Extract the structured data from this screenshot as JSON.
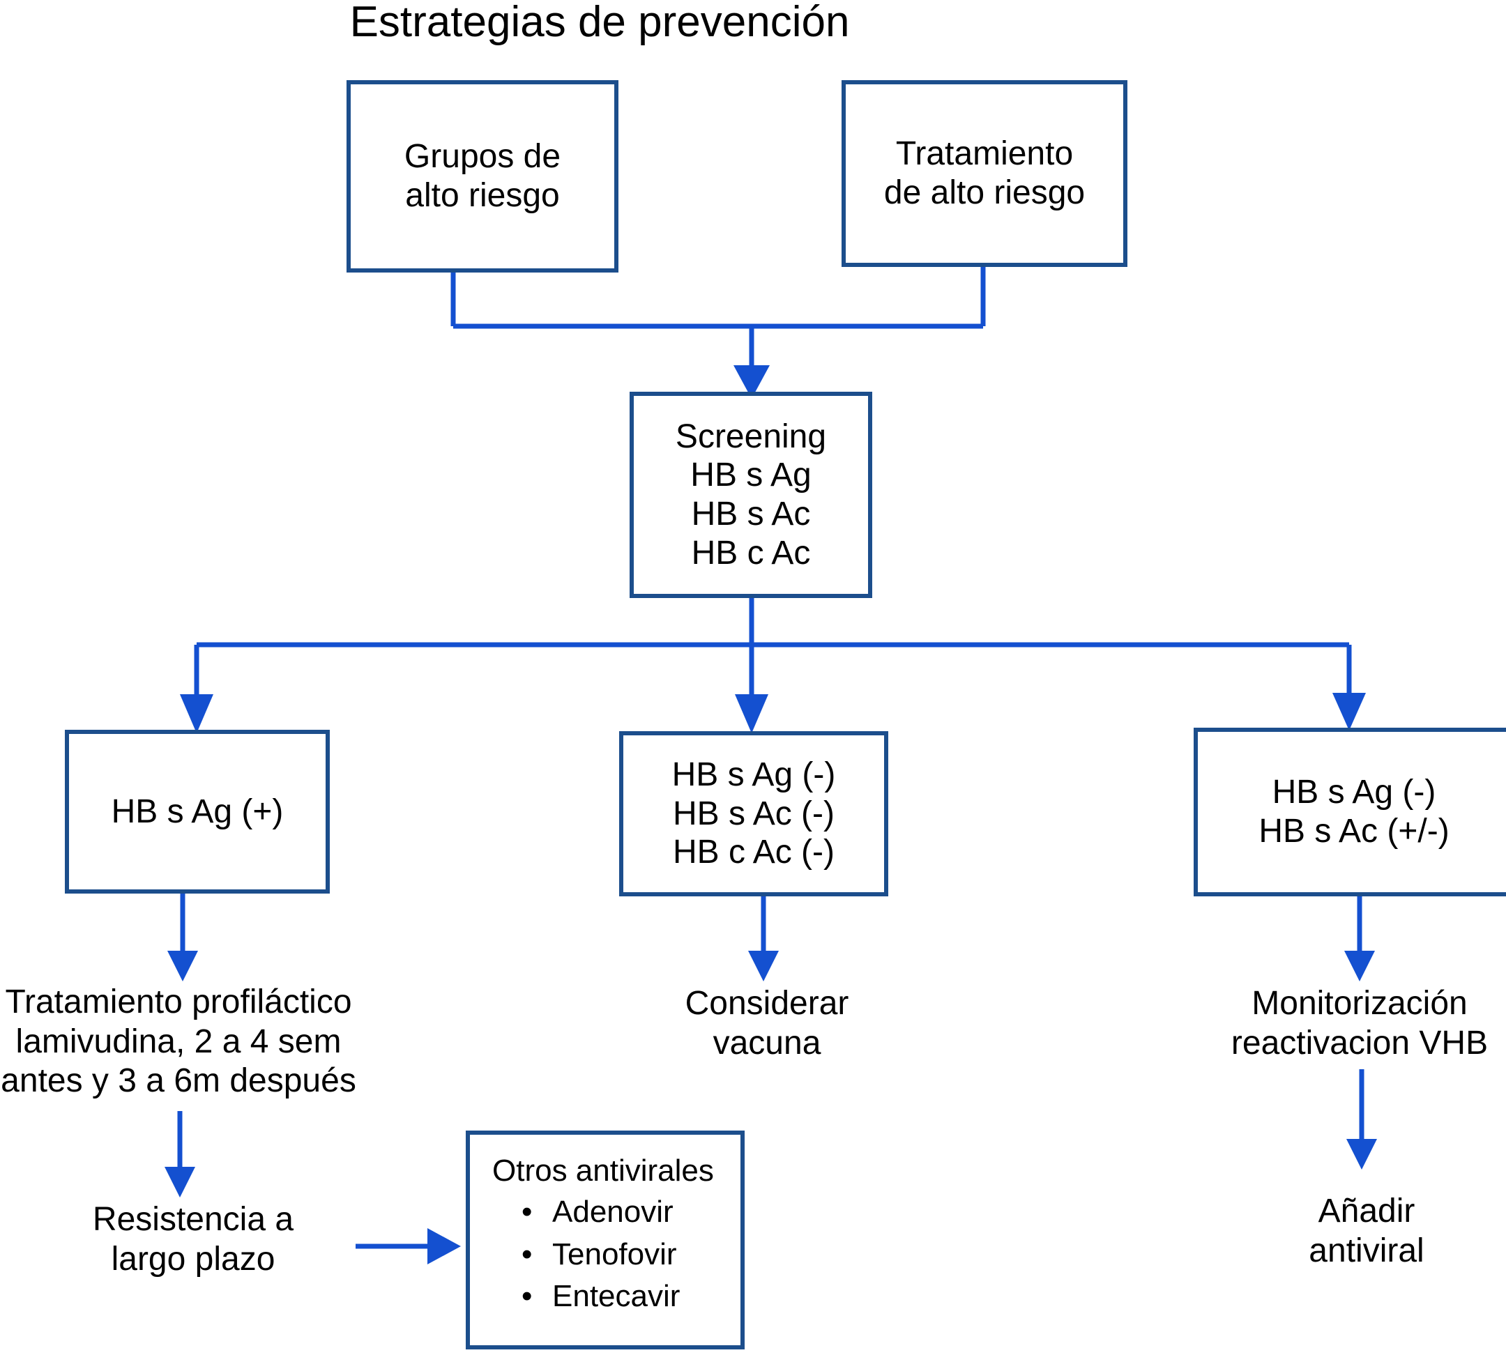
{
  "title": "Estrategias de prevención",
  "colors": {
    "box_border": "#1c4e8c",
    "connector": "#1450d0",
    "text": "#000000",
    "background": "#ffffff"
  },
  "nodes": {
    "high_risk_groups": {
      "lines": [
        "Grupos de",
        "alto riesgo"
      ]
    },
    "high_risk_treatment": {
      "lines": [
        "Tratamiento",
        "de alto riesgo"
      ]
    },
    "screening": {
      "lines": [
        "Screening",
        "HB s Ag",
        "HB s Ac",
        "HB c Ac"
      ]
    },
    "hbsag_positive": {
      "lines": [
        "HB s Ag (+)"
      ]
    },
    "triple_negative": {
      "lines": [
        "HB s Ag (-)",
        "HB s Ac (-)",
        "HB c Ac (-)"
      ]
    },
    "hbsac_mixed": {
      "lines": [
        "HB s Ag (-)",
        "HB s Ac (+/-)"
      ]
    },
    "other_antivirals": {
      "heading": "Otros antivirales",
      "bullet_glyph": "•",
      "items": [
        "Adenovir",
        "Tenofovir",
        "Entecavir"
      ]
    }
  },
  "labels": {
    "prophylaxis": "Tratamiento profiláctico\nlamivudina, 2 a 4 sem\nantes y 3 a 6m después",
    "consider_vaccine": "Considerar\nvacuna",
    "monitoring": "Monitorización\nreactivacion VHB",
    "resistance": "Resistencia a\nlargo plazo",
    "add_antiviral": "Añadir\nantiviral"
  },
  "connectors": [
    {
      "from": "high_risk_groups",
      "to": "screening",
      "arrow": true
    },
    {
      "from": "high_risk_treatment",
      "to": "screening",
      "arrow": true
    },
    {
      "from": "screening",
      "to": "hbsag_positive",
      "arrow": true
    },
    {
      "from": "screening",
      "to": "triple_negative",
      "arrow": true
    },
    {
      "from": "screening",
      "to": "hbsac_mixed",
      "arrow": true
    },
    {
      "from": "hbsag_positive",
      "to": "prophylaxis",
      "arrow": true
    },
    {
      "from": "triple_negative",
      "to": "consider_vaccine",
      "arrow": true
    },
    {
      "from": "hbsac_mixed",
      "to": "monitoring",
      "arrow": true
    },
    {
      "from": "prophylaxis",
      "to": "resistance",
      "arrow": true
    },
    {
      "from": "resistance",
      "to": "other_antivirals",
      "arrow": true
    },
    {
      "from": "monitoring",
      "to": "add_antiviral",
      "arrow": true
    }
  ]
}
